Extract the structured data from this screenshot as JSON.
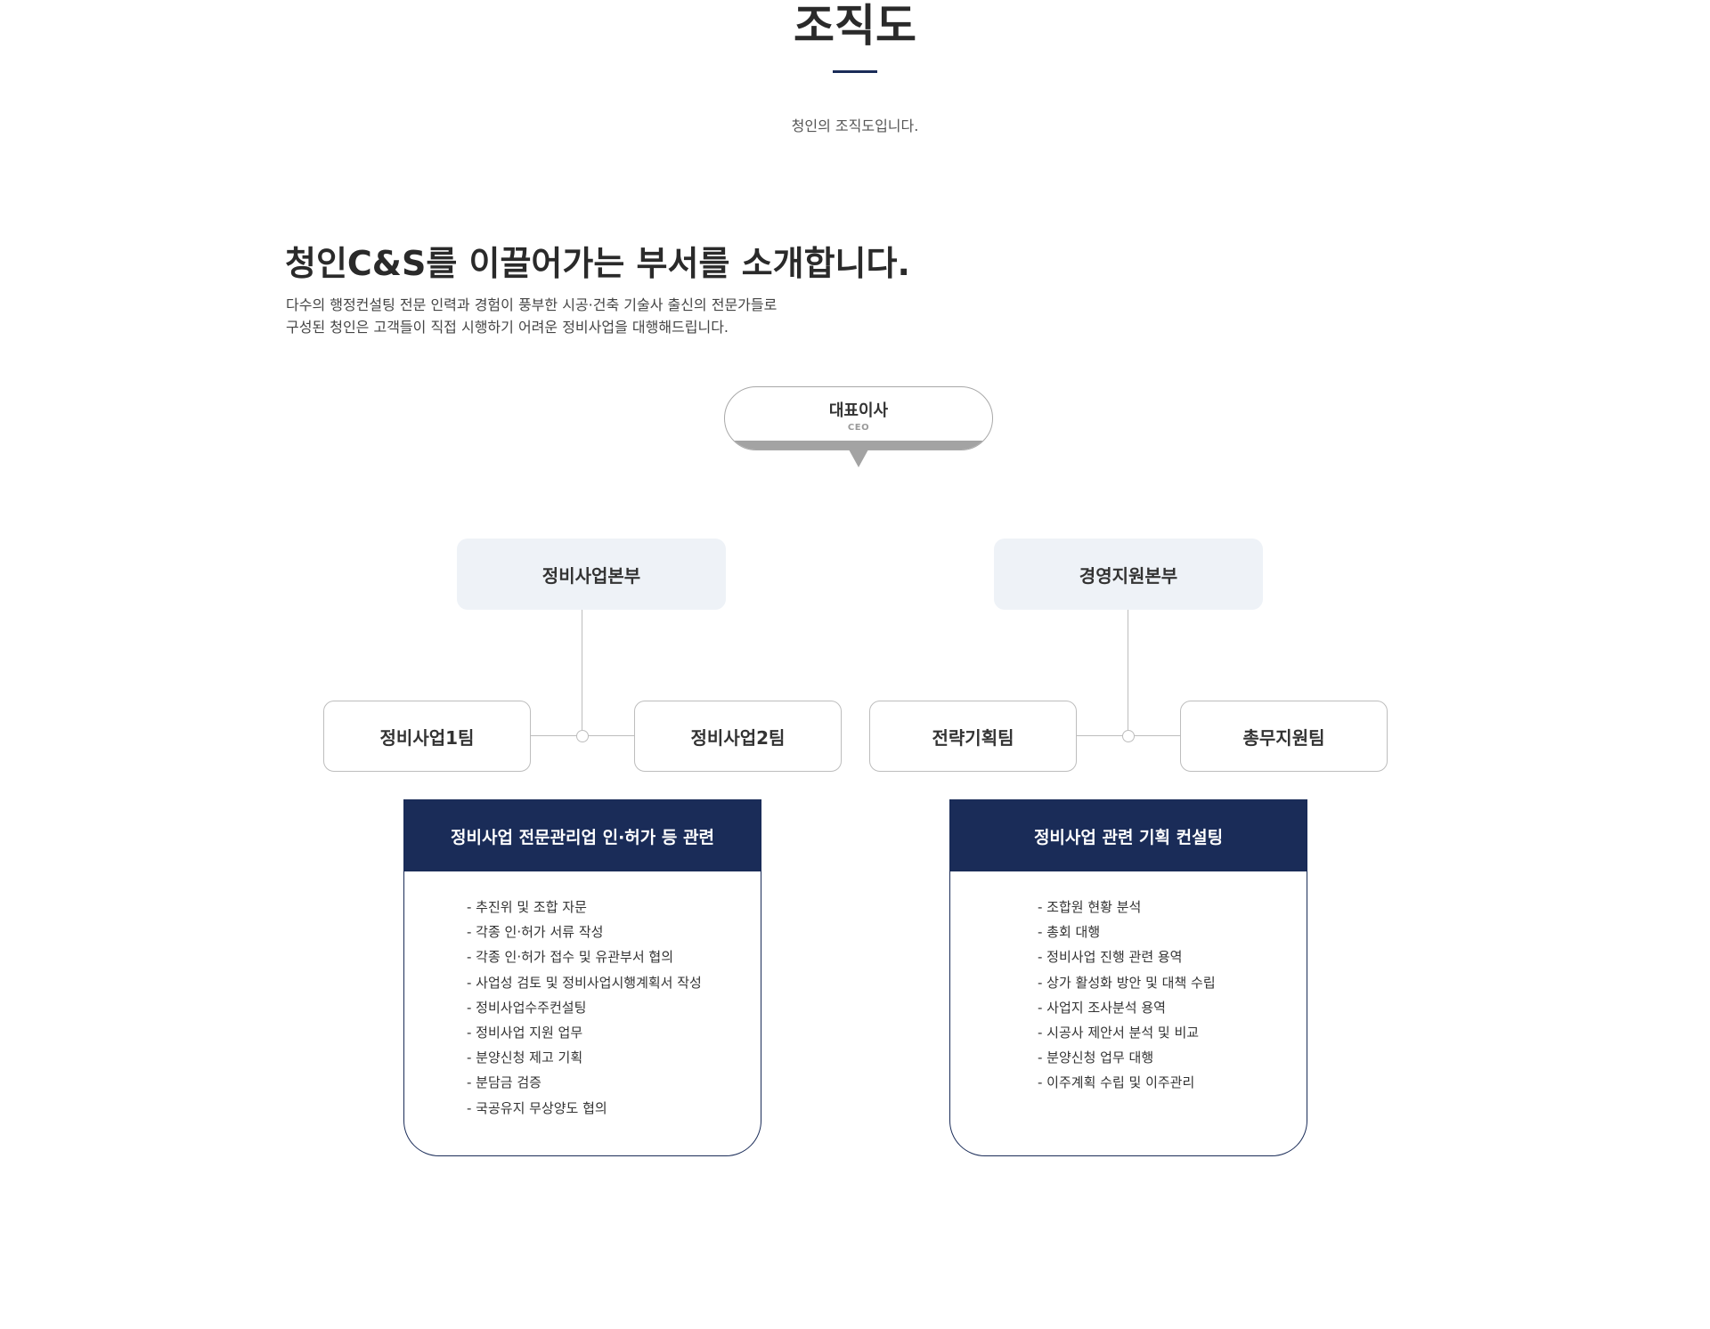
{
  "header": {
    "title": "조직도",
    "subtitle": "청인의 조직도입니다."
  },
  "intro": {
    "heading": "청인C&S를 이끌어가는 부서를 소개합니다.",
    "lines": [
      "다수의 행정컨설팅 전문 인력과 경험이 풍부한 시공·건축 기술사 출신의 전문가들로",
      "구성된 청인은 고객들이 직접 시행하기 어려운 정비사업을 대행해드립니다."
    ]
  },
  "ceo": {
    "title": "대표이사",
    "subtitle": "CEO"
  },
  "divisions": [
    {
      "name": "정비사업본부",
      "teams": [
        "정비사업1팀",
        "정비사업2팀"
      ],
      "duty_title": "정비사업 전문관리업 인·허가 등 관련",
      "duties": [
        "- 추진위 및 조합 자문",
        "- 각종 인·허가 서류 작성",
        "- 각종 인·허가 접수 및 유관부서 협의",
        "- 사업성 검토 및 정비사업시행계획서 작성",
        "- 정비사업수주컨설팅",
        "- 정비사업 지원 업무",
        "- 분양신청 제고 기획",
        "- 분담금 검증",
        "- 국공유지 무상양도 협의"
      ]
    },
    {
      "name": "경영지원본부",
      "teams": [
        "전략기획팀",
        "총무지원팀"
      ],
      "duty_title": "정비사업 관련 기획 컨설팅",
      "duties": [
        "- 조합원 현황 분석",
        "- 총회 대행",
        "- 정비사업 진행 관련 용역",
        "- 상가 활성화 방안 및 대책 수립",
        "- 사업지 조사분석 용역",
        "- 시공사 제안서 분석 및 비교",
        "- 분양신청 업무 대행",
        "- 이주계획 수립 및 이주관리"
      ]
    }
  ],
  "colors": {
    "navy": "#1a2c58",
    "division_bg": "#eef2f7",
    "line": "#bdbdbd"
  }
}
